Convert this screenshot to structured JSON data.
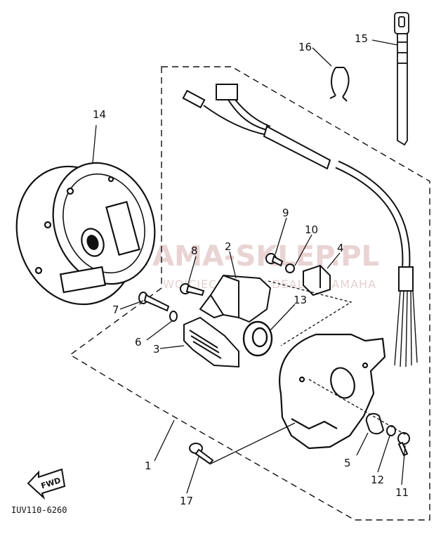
{
  "watermark": {
    "brand": "YAMA-SKLEP.PL",
    "tagline": "WOJCIECHOWSKI DEALER YAMAHA"
  },
  "callouts": [
    {
      "id": "1",
      "label": "1"
    },
    {
      "id": "2",
      "label": "2"
    },
    {
      "id": "3",
      "label": "3"
    },
    {
      "id": "4",
      "label": "4"
    },
    {
      "id": "5",
      "label": "5"
    },
    {
      "id": "6",
      "label": "6"
    },
    {
      "id": "7",
      "label": "7"
    },
    {
      "id": "8",
      "label": "8"
    },
    {
      "id": "9",
      "label": "9"
    },
    {
      "id": "10",
      "label": "10"
    },
    {
      "id": "11",
      "label": "11"
    },
    {
      "id": "12",
      "label": "12"
    },
    {
      "id": "13",
      "label": "13"
    },
    {
      "id": "14",
      "label": "14"
    },
    {
      "id": "15",
      "label": "15"
    },
    {
      "id": "16",
      "label": "16"
    },
    {
      "id": "17",
      "label": "17"
    }
  ],
  "fwd_label": "FWD",
  "drawing_ref": "IUV110-6260",
  "colors": {
    "line": "#111111",
    "watermark": "#e9d3d3",
    "watermark_logo": "#f2b8b8"
  }
}
